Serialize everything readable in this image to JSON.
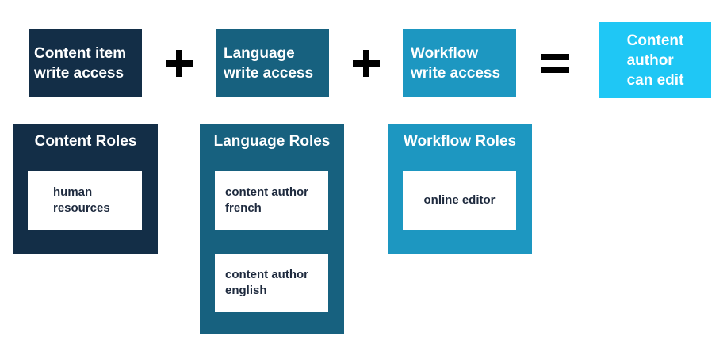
{
  "colors": {
    "content": "#132e47",
    "language": "#17617f",
    "workflow": "#1d97c1",
    "result": "#1fc7f5",
    "inner_text": "#1e2a3e"
  },
  "top_row": {
    "content_access": "Content item\nwrite access",
    "language_access": "Language\nwrite access",
    "workflow_access": "Workflow\nwrite access",
    "result": "Content\nauthor\ncan edit"
  },
  "roles": {
    "content": {
      "title": "Content Roles",
      "items": [
        "human\nresources"
      ]
    },
    "language": {
      "title": "Language Roles",
      "items": [
        "content author\nfrench",
        "content author\nenglish"
      ]
    },
    "workflow": {
      "title": "Workflow Roles",
      "items": [
        "online editor"
      ]
    }
  }
}
